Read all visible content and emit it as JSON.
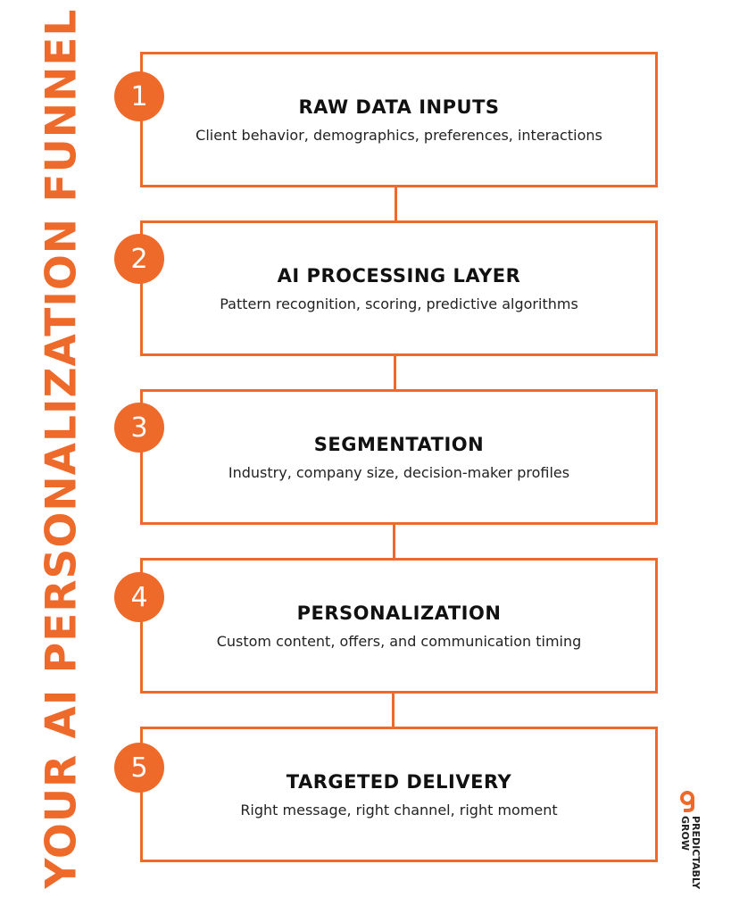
{
  "title": "YOUR AI PERSONALIZATION FUNNEL",
  "steps": [
    {
      "number": "1",
      "title": "RAW DATA INPUTS",
      "description": "Client behavior, demographics,  preferences, interactions"
    },
    {
      "number": "2",
      "title": "AI PROCESSING LAYER",
      "description": "Pattern recognition, scoring,  predictive algorithms"
    },
    {
      "number": "3",
      "title": "SEGMENTATION",
      "description": "Industry, company size, decision-maker profiles"
    },
    {
      "number": "4",
      "title": "PERSONALIZATION",
      "description": "Custom content, offers, and communication timing"
    },
    {
      "number": "5",
      "title": "TARGETED DELIVERY",
      "description": "Right message, right channel,  right moment"
    }
  ],
  "logo": {
    "line1": "GROW",
    "line2": "PREDICTABLY"
  },
  "colors": {
    "accent": "#ee6a2a",
    "text": "#111111"
  }
}
